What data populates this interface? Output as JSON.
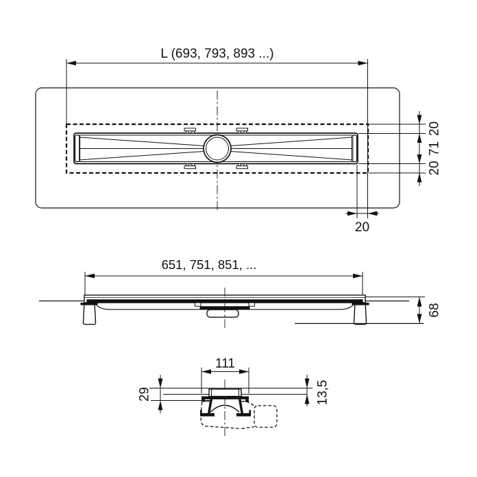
{
  "top_view": {
    "length_label": "L (693, 793, 893 ...)",
    "edge_offset_label": "20",
    "offset_top_label": "20",
    "channel_width_label": "71",
    "offset_bottom_label": "20"
  },
  "side_view": {
    "length_label": "651, 751, 851, ...",
    "height_label": "68"
  },
  "section_view": {
    "outlet_width_label": "111",
    "height_label": "29",
    "frame_height_label": "13,5"
  },
  "colors": {
    "line": "#111111",
    "background": "#ffffff"
  }
}
